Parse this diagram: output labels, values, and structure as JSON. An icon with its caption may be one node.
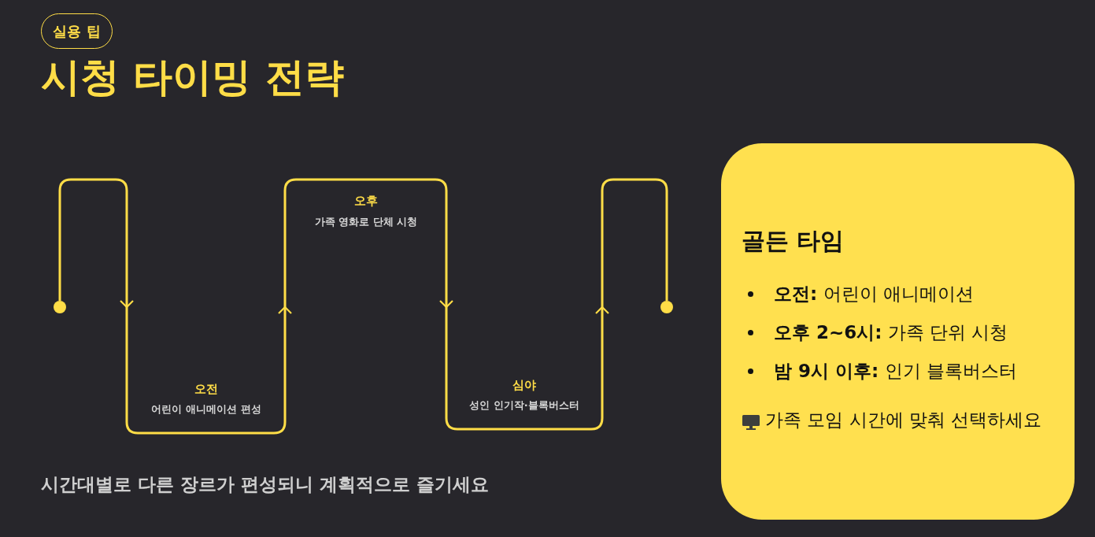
{
  "diagram": {
    "title": "시청 타이밍 전략",
    "caption": "시간대별로 다른 장르가 편성되니 계획적으로 즐기세요",
    "nodes": [
      {
        "text": [
          "실용 팁"
        ]
      },
      {
        "text": [],
        "shape": "circle"
      },
      {
        "text": [],
        "shape": "circle"
      },
      {
        "text": [
          "골든 타임",
          "**오전:** 어린이 애니메이션",
          "**오후 2~6시:** 가족 단위 시청",
          "**밤 9시 이후:** 인기 블록버스터",
          "가족 모임 시간에 맞춰 선택하세요"
        ]
      }
    ],
    "edges": [
      {
        "from": 1,
        "to": 2,
        "arrow": "to"
      }
    ],
    "labels": [
      "오후",
      "가족 영화로 단체 시청",
      "오전",
      "어린이 애니메이션 편성",
      "심야",
      "성인 인기작·블록버스터"
    ]
  }
}
